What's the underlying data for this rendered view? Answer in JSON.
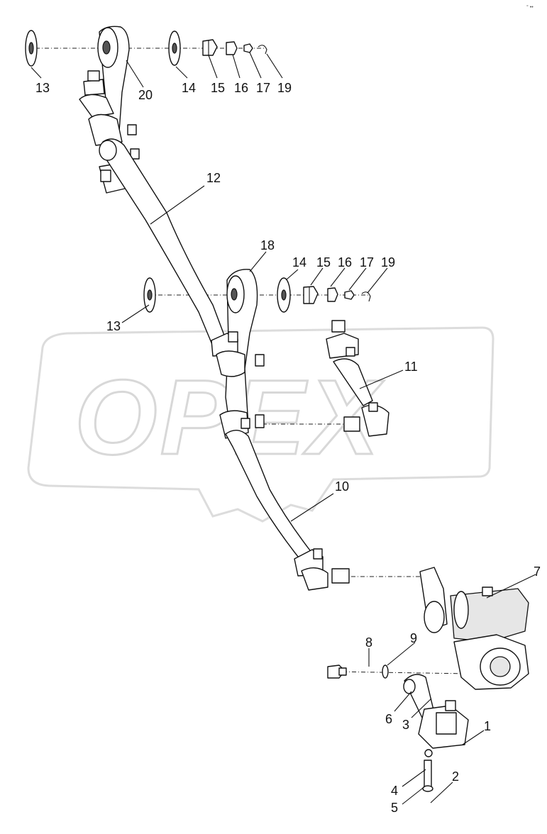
{
  "watermark": {
    "text": "OPEX"
  },
  "corner_mark": "° ••",
  "callouts": [
    {
      "id": "c13a",
      "label": "13"
    },
    {
      "id": "c20",
      "label": "20"
    },
    {
      "id": "c14a",
      "label": "14"
    },
    {
      "id": "c15a",
      "label": "15"
    },
    {
      "id": "c16a",
      "label": "16"
    },
    {
      "id": "c17a",
      "label": "17"
    },
    {
      "id": "c19a",
      "label": "19"
    },
    {
      "id": "c12",
      "label": "12"
    },
    {
      "id": "c18",
      "label": "18"
    },
    {
      "id": "c14b",
      "label": "14"
    },
    {
      "id": "c15b",
      "label": "15"
    },
    {
      "id": "c16b",
      "label": "16"
    },
    {
      "id": "c17b",
      "label": "17"
    },
    {
      "id": "c19b",
      "label": "19"
    },
    {
      "id": "c13b",
      "label": "13"
    },
    {
      "id": "c11",
      "label": "11"
    },
    {
      "id": "c10",
      "label": "10"
    },
    {
      "id": "c7",
      "label": "7"
    },
    {
      "id": "c8",
      "label": "8"
    },
    {
      "id": "c9",
      "label": "9"
    },
    {
      "id": "c6",
      "label": "6"
    },
    {
      "id": "c3",
      "label": "3"
    },
    {
      "id": "c1",
      "label": "1"
    },
    {
      "id": "c2",
      "label": "2"
    },
    {
      "id": "c4",
      "label": "4"
    },
    {
      "id": "c5",
      "label": "5"
    }
  ]
}
